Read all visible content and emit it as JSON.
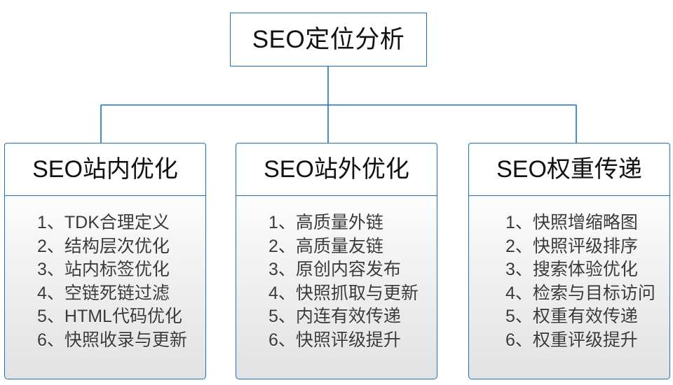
{
  "diagram": {
    "type": "org-tree",
    "root": {
      "label": "SEO定位分析"
    },
    "accent_color": "#1d71b8",
    "branches": [
      {
        "header": "SEO站内优化",
        "items": [
          "1、TDK合理定义",
          "2、结构层次优化",
          "3、站内标签优化",
          "4、空链死链过滤",
          "5、HTML代码优化",
          "6、快照收录与更新"
        ]
      },
      {
        "header": "SEO站外优化",
        "items": [
          "1、高质量外链",
          "2、高质量友链",
          "3、原创内容发布",
          "4、快照抓取与更新",
          "5、内连有效传递",
          "6、快照评级提升"
        ]
      },
      {
        "header": "SEO权重传递",
        "items": [
          "1、快照增缩略图",
          "2、快照评级排序",
          "3、搜索体验优化",
          "4、检索与目标访问",
          "5、权重有效传递",
          "6、权重评级提升"
        ]
      }
    ]
  }
}
